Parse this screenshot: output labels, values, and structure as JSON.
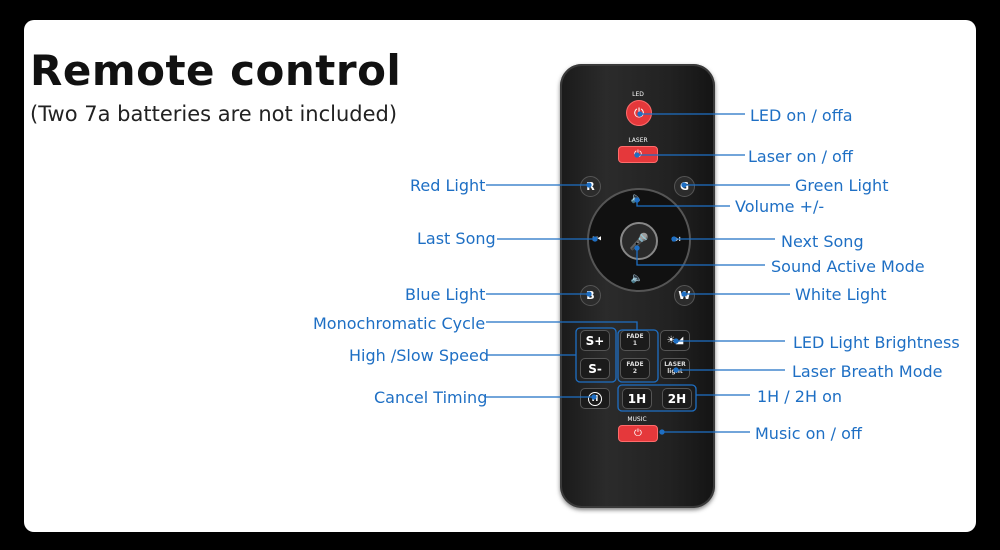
{
  "header": {
    "title": "Remote control",
    "subtitle": "(Two 7a batteries are not included)"
  },
  "remote": {
    "led_caption": "LED",
    "laser_caption": "LASER",
    "music_caption": "MUSIC",
    "btn_r": "R",
    "btn_g": "G",
    "btn_b": "B",
    "btn_w": "W",
    "btn_s_plus": "S+",
    "btn_s_minus": "S-",
    "btn_fade1": "FADE\n1",
    "btn_fade2": "FADE\n2",
    "btn_laser_light": "LASER\nlight",
    "btn_1h": "1H",
    "btn_2h": "2H",
    "btn_h": "H"
  },
  "labels": {
    "led_on": "LED on / offa",
    "laser_on": "Laser on / off",
    "red_light": "Red Light",
    "green_light": "Green Light",
    "volume": "Volume +/-",
    "last_song": "Last Song",
    "next_song": "Next Song",
    "sound_active": "Sound Active Mode",
    "blue_light": "Blue Light",
    "white_light": "White Light",
    "mono_cycle": "Monochromatic Cycle",
    "high_slow": "High /Slow Speed",
    "led_brightness": "LED Light Brightness",
    "laser_breath": "Laser Breath Mode",
    "cancel_timing": "Cancel Timing",
    "timer_1h2h": "1H / 2H on",
    "music_on": "Music on / off"
  },
  "colors": {
    "accent": "#1e6fc4",
    "power_red": "#e5383b"
  }
}
